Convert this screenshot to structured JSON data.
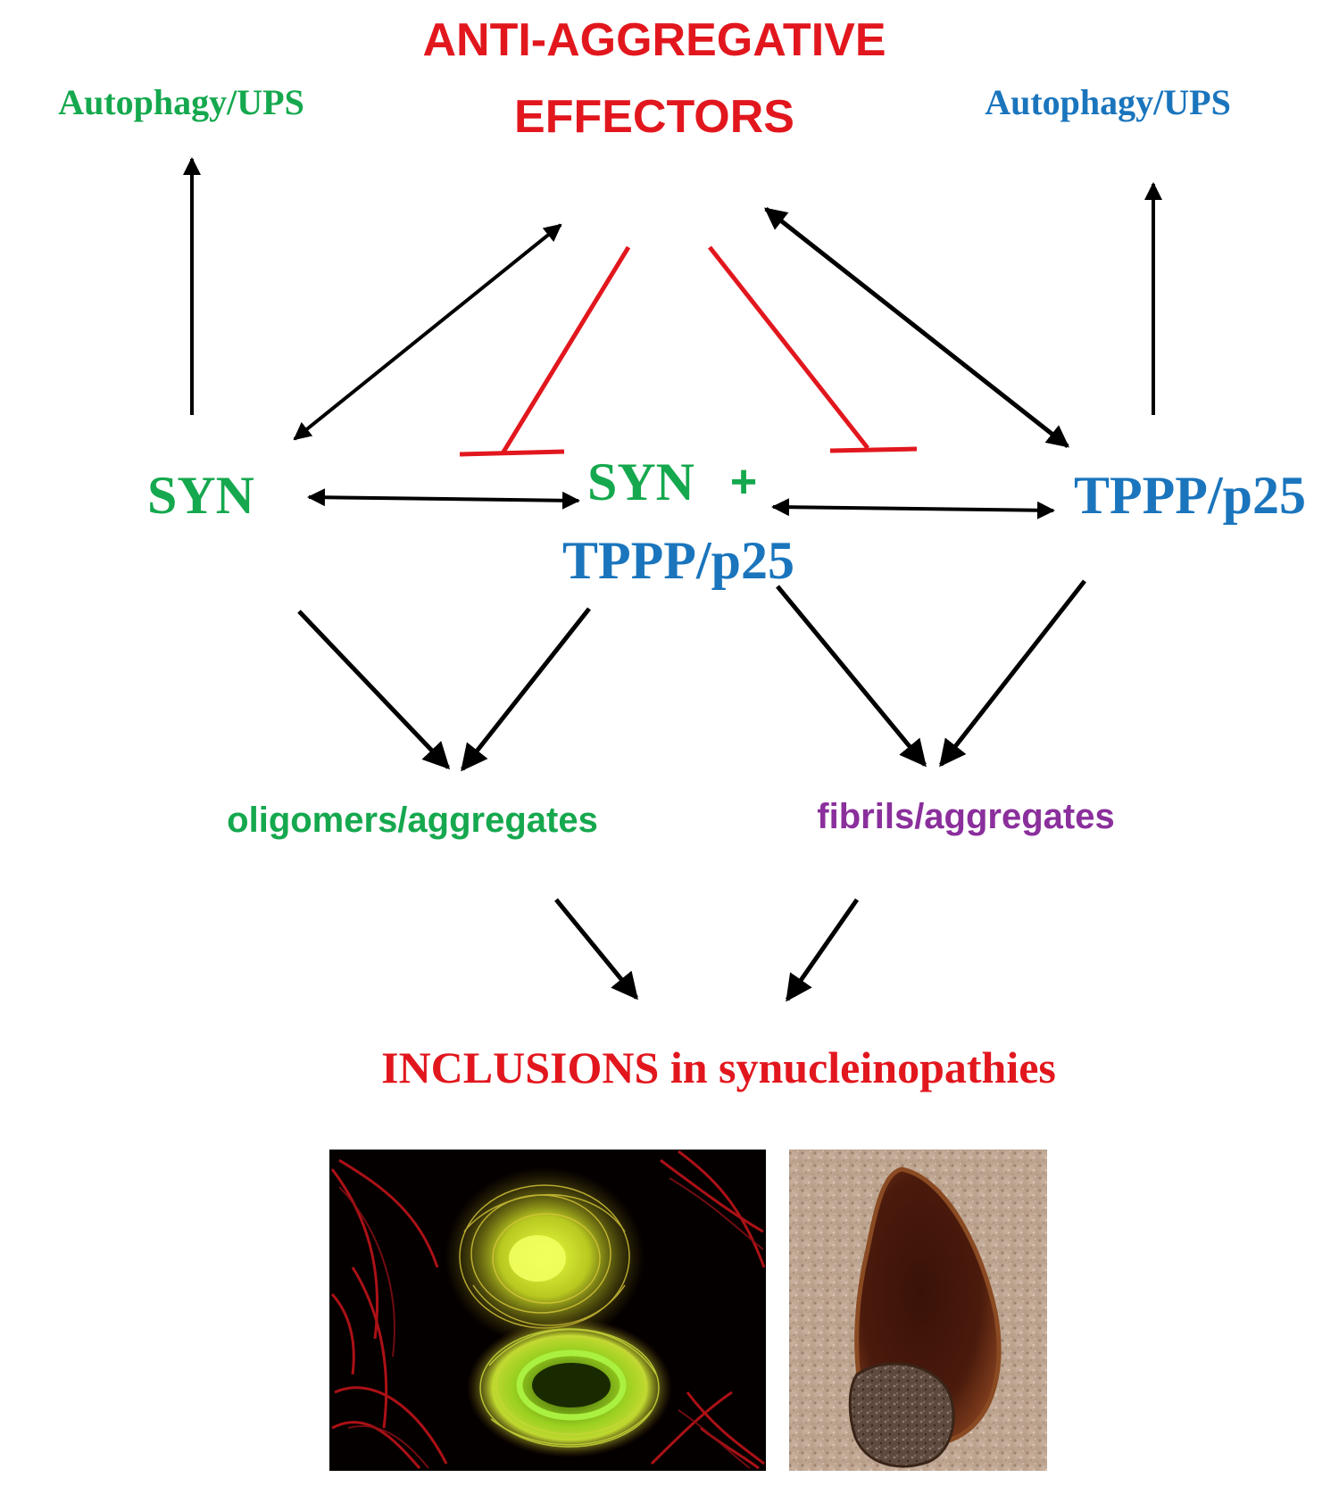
{
  "colors": {
    "green": "#15a84e",
    "blue": "#1a75bd",
    "red": "#e2171e",
    "purple": "#8a2f9c",
    "arrow": "#000000",
    "inhibitor": "#e2171e"
  },
  "labels": {
    "effectors_line1": "ANTI-AGGREGATIVE",
    "effectors_line2": "EFFECTORS",
    "autophagy_left": "Autophagy/UPS",
    "autophagy_right": "Autophagy/UPS",
    "syn": "SYN",
    "complex_syn": "SYN",
    "complex_plus": "+",
    "complex_tppp": "TPPP/p25",
    "tppp": "TPPP/p25",
    "oligomers": "oligomers/aggregates",
    "fibrils": "fibrils/aggregates",
    "inclusions": "INCLUSIONS in synucleinopathies"
  },
  "images": {
    "left_image": "fluorescence-micrograph-cells",
    "right_image": "brightfield-micrograph-inclusion"
  }
}
